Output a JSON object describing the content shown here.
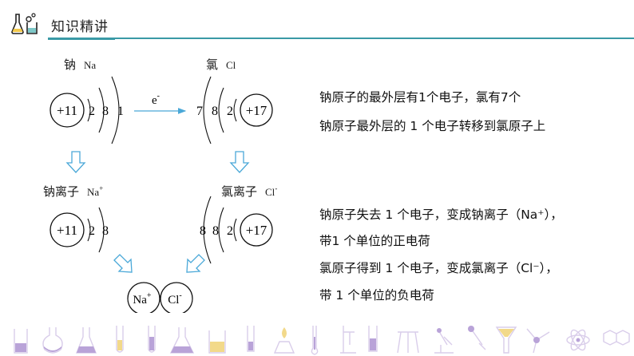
{
  "header": {
    "title": "知识精讲",
    "logo_icon": "lab-flask-logo-icon"
  },
  "atoms": {
    "na_label_cn": "钠",
    "na_label_en": "Na",
    "na_nucleus": "+11",
    "na_shells": [
      "2",
      "8",
      "1"
    ],
    "cl_label_cn": "氯",
    "cl_label_en": "Cl",
    "cl_nucleus": "+17",
    "cl_shells": [
      "7",
      "8",
      "2"
    ],
    "electron": "e",
    "electron_sup": "-"
  },
  "ions": {
    "na_label_cn": "钠离子",
    "na_label_en": "Na",
    "na_sup": "+",
    "na_nucleus": "+11",
    "na_shells": [
      "2",
      "8"
    ],
    "cl_label_cn": "氯离子",
    "cl_label_en": "Cl",
    "cl_sup": "-",
    "cl_nucleus": "+17",
    "cl_shells": [
      "8",
      "8",
      "2"
    ],
    "na_symbol": "Na",
    "cl_symbol": "Cl"
  },
  "explanations": {
    "line1": "钠原子的最外层有1个电子，氯有7个",
    "line2": "钠原子最外层的 1 个电子转移到氯原子上",
    "line3": "钠原子失去 1 个电子，变成钠离子（Na⁺），",
    "line4": "带1 个单位的正电荷",
    "line5": "氯原子得到 1 个电子，变成氯离子（Cl⁻），",
    "line6": "带 1 个单位的负电荷"
  },
  "colors": {
    "accent": "#3a9aa6",
    "arrow": "#4aa8d8",
    "footer_purple": "#b9a3d8",
    "footer_yellow": "#f2d98a"
  }
}
